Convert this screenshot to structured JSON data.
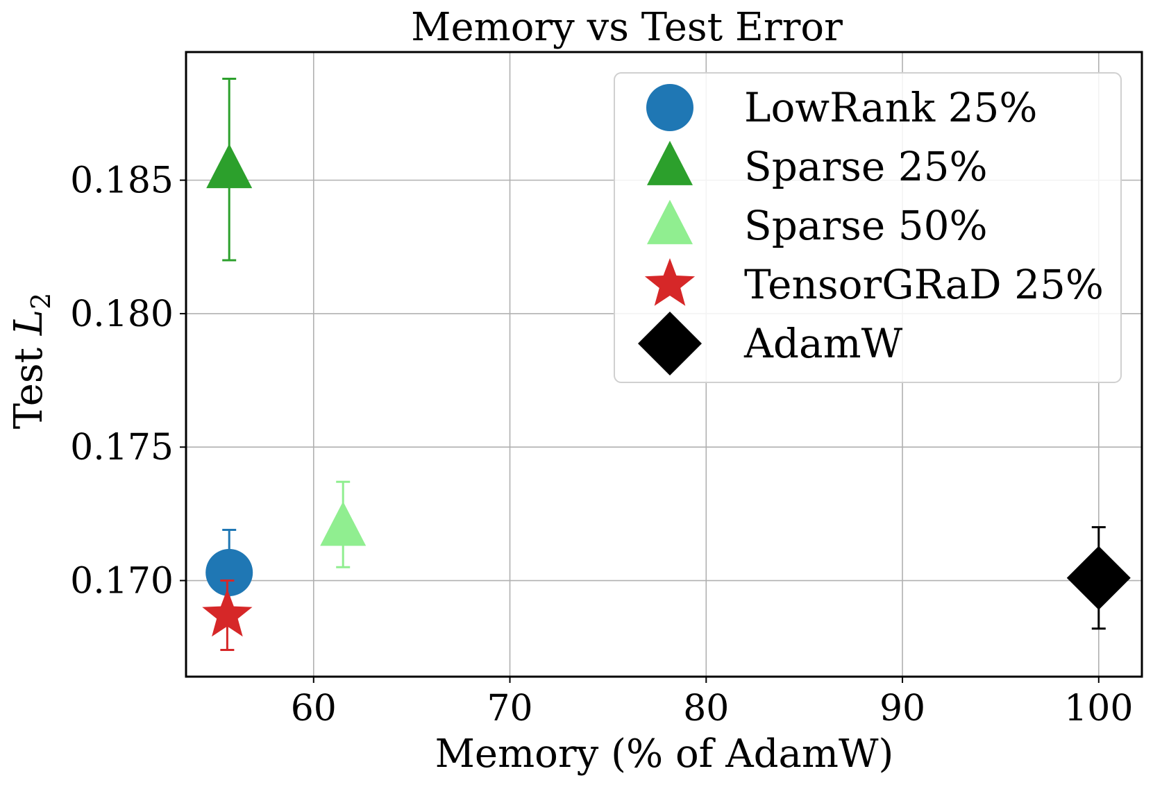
{
  "chart_data": {
    "type": "scatter",
    "title": "Memory vs Test Error",
    "xlabel": "Memory (% of AdamW)",
    "ylabel_prefix": "Test ",
    "ylabel_math": "L",
    "ylabel_sub": "2",
    "xlim": [
      53.5,
      102.2
    ],
    "ylim": [
      0.1664,
      0.1898
    ],
    "xticks": [
      60,
      70,
      80,
      90,
      100
    ],
    "yticks": [
      0.17,
      0.175,
      0.18,
      0.185
    ],
    "ytick_labels": [
      "0.170",
      "0.175",
      "0.180",
      "0.185"
    ],
    "grid": true,
    "legend_position": "top-right",
    "series": [
      {
        "name": "LowRank 25%",
        "color": "#1f77b4",
        "marker": "circle",
        "x": 55.7,
        "y": 0.1703,
        "yerr_low": 0.1688,
        "yerr_high": 0.1719
      },
      {
        "name": "Sparse 25%",
        "color": "#2ca02c",
        "marker": "triangle",
        "x": 55.7,
        "y": 0.1854,
        "yerr_low": 0.182,
        "yerr_high": 0.1888
      },
      {
        "name": "Sparse 50%",
        "color": "#90ee90",
        "marker": "triangle",
        "x": 61.5,
        "y": 0.172,
        "yerr_low": 0.1705,
        "yerr_high": 0.1737
      },
      {
        "name": "TensorGRaD 25%",
        "color": "#d62728",
        "marker": "star",
        "x": 55.6,
        "y": 0.1687,
        "yerr_low": 0.1674,
        "yerr_high": 0.17
      },
      {
        "name": "AdamW",
        "color": "#000000",
        "marker": "diamond",
        "x": 100,
        "y": 0.1701,
        "yerr_low": 0.1682,
        "yerr_high": 0.172
      }
    ]
  }
}
